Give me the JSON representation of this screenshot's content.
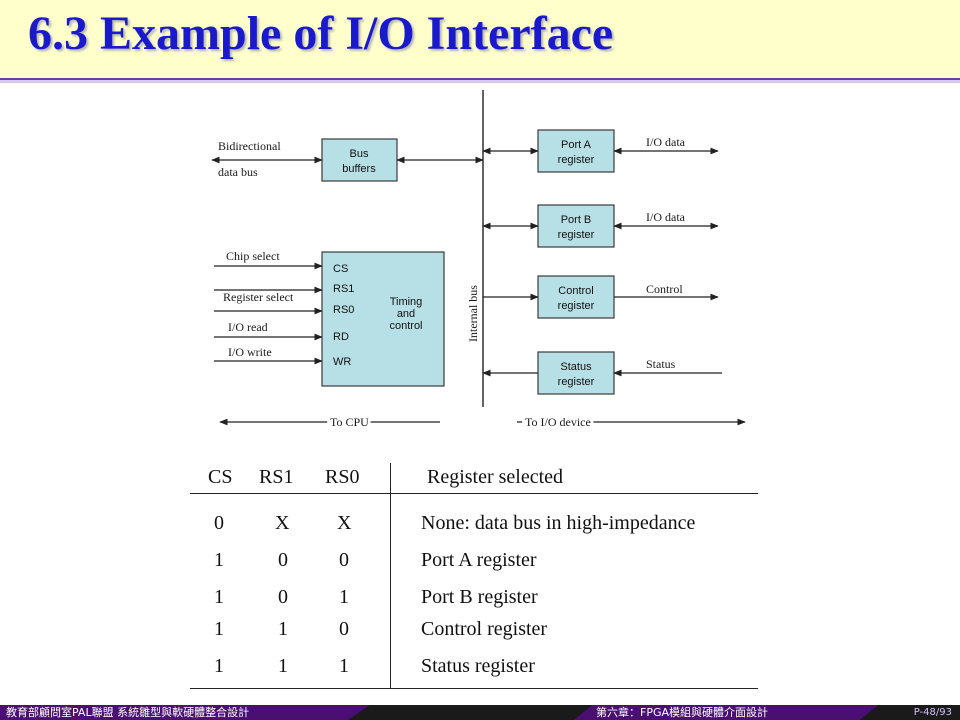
{
  "title": "6.3 Example of I/O Interface",
  "diagram": {
    "bus_buffers_box": {
      "line1": "Bus",
      "line2": "buffers"
    },
    "control_box": {
      "pins": [
        "CS",
        "RS1",
        "RS0",
        "RD",
        "WR"
      ],
      "timing_line1": "Timing",
      "timing_line2": "and",
      "timing_line3": "control"
    },
    "registers": [
      {
        "line1": "Port A",
        "line2": "register",
        "signal": "I/O data"
      },
      {
        "line1": "Port B",
        "line2": "register",
        "signal": "I/O data"
      },
      {
        "line1": "Control",
        "line2": "register",
        "signal": "Control"
      },
      {
        "line1": "Status",
        "line2": "register",
        "signal": "Status"
      }
    ],
    "left_signals": {
      "bidirectional": "Bidirectional",
      "data_bus": "data bus",
      "chip_select": "Chip select",
      "register_select": "Register select",
      "io_read": "I/O read",
      "io_write": "I/O write"
    },
    "internal_bus": "Internal bus",
    "to_cpu": "To CPU",
    "to_io_device": "To I/O device",
    "box_fill": "#b7e0e6",
    "box_stroke": "#3a3a3a"
  },
  "table": {
    "headers": [
      "CS",
      "RS1",
      "RS0",
      "Register selected"
    ],
    "rows": [
      [
        "0",
        "X",
        "X",
        "None: data bus in high-impedance"
      ],
      [
        "1",
        "0",
        "0",
        "Port A register"
      ],
      [
        "1",
        "0",
        "1",
        "Port B register"
      ],
      [
        "1",
        "1",
        "0",
        "Control register"
      ],
      [
        "1",
        "1",
        "1",
        "Status register"
      ]
    ]
  },
  "footer": {
    "left": "教育部顧問室PAL聯盟 系統雛型與軟硬體整合設計",
    "right": "第六章：FPGA模組與硬體介面設計",
    "page": "P-48/93"
  }
}
